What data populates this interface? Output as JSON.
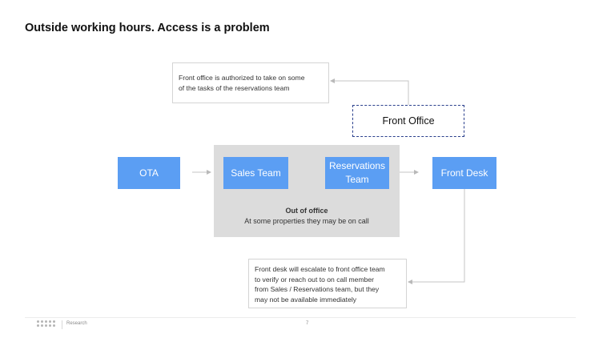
{
  "slide": {
    "title": "Outside working hours. Access is a problem",
    "page_number": "7"
  },
  "diagram": {
    "note_top": {
      "line1": "Front office is authorized to take on some",
      "line2": "of the tasks of the reservations team"
    },
    "front_office": "Front Office",
    "nodes": {
      "ota": "OTA",
      "sales": "Sales Team",
      "reservations_line1": "Reservations",
      "reservations_line2": "Team",
      "front_desk": "Front Desk"
    },
    "out_of_office": {
      "heading": "Out of office",
      "text": "At some properties they may be on call"
    },
    "note_bottom": {
      "line1": "Front desk will escalate to front office team",
      "line2": "to verify or reach out to on call member",
      "line3": "from Sales / Reservations team, but they",
      "line4": "may not be available immediately"
    }
  },
  "footer": {
    "section": "Research"
  },
  "colors": {
    "node_blue": "#5b9ef3",
    "group_gray": "#dcdcdc",
    "connector": "#c4c4c4",
    "front_office_border": "#2a3f8c"
  }
}
